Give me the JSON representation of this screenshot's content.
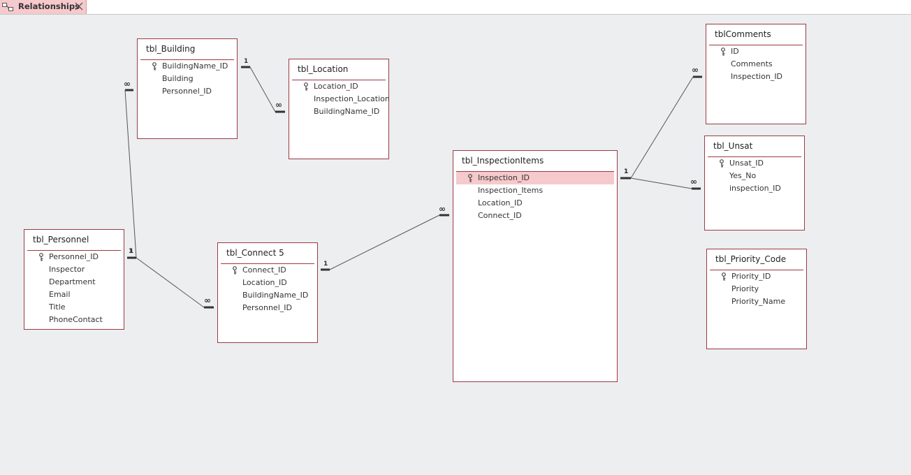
{
  "tab": {
    "label": "Relationships",
    "icon": "relationships-icon",
    "close_icon": "close-icon"
  },
  "colors": {
    "border": "#9b3a44",
    "selected": "#f6c9cc",
    "canvas": "#eceef0",
    "line": "#555555"
  },
  "tables": [
    {
      "name": "tbl_Building",
      "fields": [
        {
          "name": "BuildingName_ID",
          "key": true
        },
        {
          "name": "Building",
          "key": false
        },
        {
          "name": "Personnel_ID",
          "key": false
        }
      ]
    },
    {
      "name": "tbl_Location",
      "fields": [
        {
          "name": "Location_ID",
          "key": true
        },
        {
          "name": "Inspection_Location",
          "key": false
        },
        {
          "name": "BuildingName_ID",
          "key": false
        }
      ]
    },
    {
      "name": "tbl_Personnel",
      "fields": [
        {
          "name": "Personnel_ID",
          "key": true
        },
        {
          "name": "Inspector",
          "key": false
        },
        {
          "name": "Department",
          "key": false
        },
        {
          "name": "Email",
          "key": false
        },
        {
          "name": "Title",
          "key": false
        },
        {
          "name": "PhoneContact",
          "key": false
        }
      ]
    },
    {
      "name": "tbl_Connect 5",
      "fields": [
        {
          "name": "Connect_ID",
          "key": true
        },
        {
          "name": "Location_ID",
          "key": false
        },
        {
          "name": "BuildingName_ID",
          "key": false
        },
        {
          "name": "Personnel_ID",
          "key": false
        }
      ]
    },
    {
      "name": "tbl_InspectionItems",
      "fields": [
        {
          "name": "Inspection_ID",
          "key": true,
          "selected": true
        },
        {
          "name": "Inspection_Items",
          "key": false
        },
        {
          "name": "Location_ID",
          "key": false
        },
        {
          "name": "Connect_ID",
          "key": false
        }
      ]
    },
    {
      "name": "tblComments",
      "fields": [
        {
          "name": "ID",
          "key": true
        },
        {
          "name": "Comments",
          "key": false
        },
        {
          "name": "Inspection_ID",
          "key": false
        }
      ]
    },
    {
      "name": "tbl_Unsat",
      "fields": [
        {
          "name": "Unsat_ID",
          "key": true
        },
        {
          "name": "Yes_No",
          "key": false
        },
        {
          "name": "inspection_ID",
          "key": false
        }
      ]
    },
    {
      "name": "tbl_Priority_Code",
      "fields": [
        {
          "name": "Priority_ID",
          "key": true
        },
        {
          "name": "Priority",
          "key": false
        },
        {
          "name": "Priority_Name",
          "key": false
        }
      ]
    }
  ],
  "relationships": [
    {
      "from": "tbl_Building",
      "to": "tbl_Location",
      "from_card": "1",
      "to_card": "∞"
    },
    {
      "from": "tbl_Personnel",
      "to": "tbl_Building",
      "from_card": "1",
      "to_card": "∞"
    },
    {
      "from": "tbl_Personnel",
      "to": "tbl_Connect 5",
      "from_card": "1",
      "to_card": "∞"
    },
    {
      "from": "tbl_Connect 5",
      "to": "tbl_InspectionItems",
      "from_card": "1",
      "to_card": "∞"
    },
    {
      "from": "tbl_InspectionItems",
      "to": "tblComments",
      "from_card": "1",
      "to_card": "∞"
    },
    {
      "from": "tbl_InspectionItems",
      "to": "tbl_Unsat",
      "from_card": "1",
      "to_card": "∞"
    }
  ]
}
